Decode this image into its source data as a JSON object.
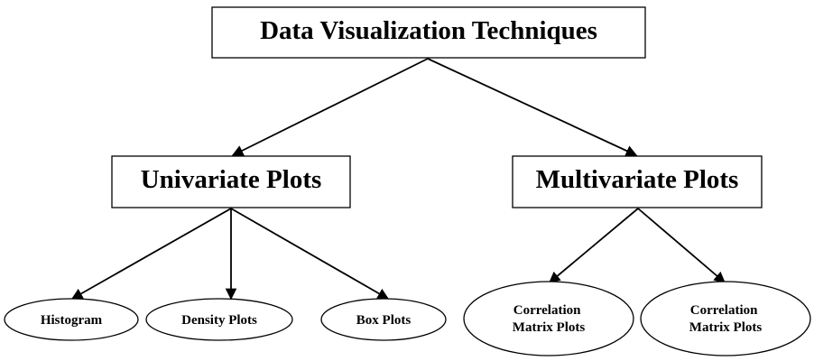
{
  "root": {
    "label": "Data Visualization Techniques"
  },
  "branches": [
    {
      "label": "Univariate Plots",
      "children": [
        {
          "label": "Histogram"
        },
        {
          "label": "Density Plots"
        },
        {
          "label": "Box Plots"
        }
      ]
    },
    {
      "label": "Multivariate Plots",
      "children": [
        {
          "label": [
            "Correlation",
            "Matrix Plots"
          ]
        },
        {
          "label": [
            "Correlation",
            "Matrix Plots"
          ]
        }
      ]
    }
  ]
}
